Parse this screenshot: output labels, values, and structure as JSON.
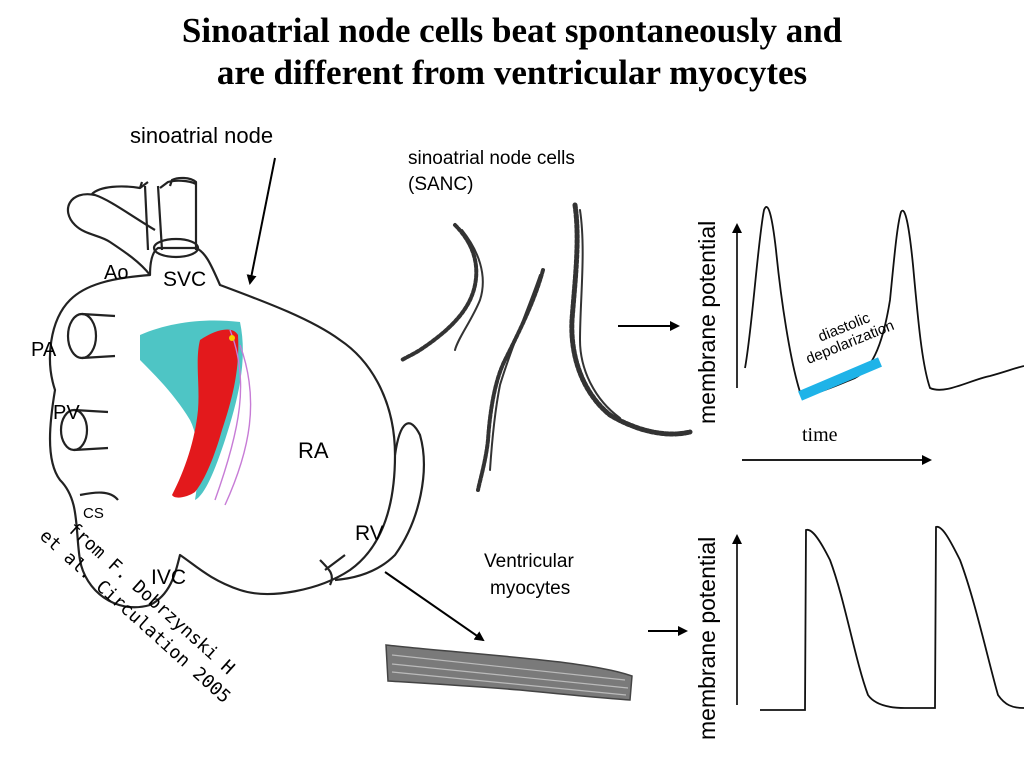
{
  "title": {
    "line1": "Sinoatrial node cells beat spontaneously and",
    "line2": "are different from ventricular myocytes"
  },
  "heart": {
    "sa_node_label": "sinoatrial node",
    "regions": {
      "ao": "Ao",
      "svc": "SVC",
      "pa": "PA",
      "pv": "PV",
      "cs": "CS",
      "ivc": "IVC",
      "ra": "RA",
      "rv": "RV"
    },
    "colors": {
      "node_red": "#e3191c",
      "node_teal": "#3bbfbf",
      "nerve_purple": "#c77cd6"
    }
  },
  "sanc": {
    "label_line1": "sinoatrial node cells",
    "label_line2": "(SANC)"
  },
  "ventricular": {
    "label_line1": "Ventricular",
    "label_line2": "myocytes"
  },
  "sanc_trace": {
    "ylabel": "membrane potential",
    "xlabel": "time",
    "annotation_line1": "diastolic",
    "annotation_line2": "depolarization",
    "annotation_color": "#1fb3e8"
  },
  "vent_trace": {
    "ylabel": "membrane potential"
  },
  "credit": {
    "line1": "from F. Dobrzynski H",
    "line2": "et al. Circulation 2005"
  }
}
